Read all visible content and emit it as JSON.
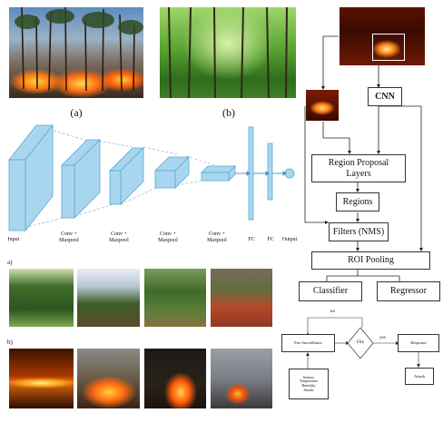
{
  "photos_top": {
    "a_caption": "(a)",
    "b_caption": "(b)"
  },
  "cnn_diagram": {
    "input_label": "Input",
    "layer_labels": [
      "Conv +\nMaxpool",
      "Conv +\nMaxpool",
      "Conv +\nMaxpool",
      "Conv +\nMaxpool"
    ],
    "fc1_label": "FC",
    "fc2_label": "FC",
    "output_label": "Output",
    "color_fill": "#a9d6ef",
    "color_stroke": "#5aa7d4"
  },
  "grid": {
    "label_a": "a)",
    "label_b": "b)"
  },
  "flow": {
    "cnn": "CNN",
    "rpl": "Region Proposal\nLayers",
    "regions": "Regions",
    "filters": "Filters (NMS)",
    "roi": "ROI Pooling",
    "classifier": "Classifier",
    "regressor": "Regressor"
  },
  "small_flow": {
    "no": "no",
    "yes": "yes",
    "surveillance": "Fire Surveillance",
    "fire": "Fire",
    "response": "Response",
    "sensors": "Sensors\nTemperature\nHumidity\nSmoke",
    "action": "Attack"
  }
}
